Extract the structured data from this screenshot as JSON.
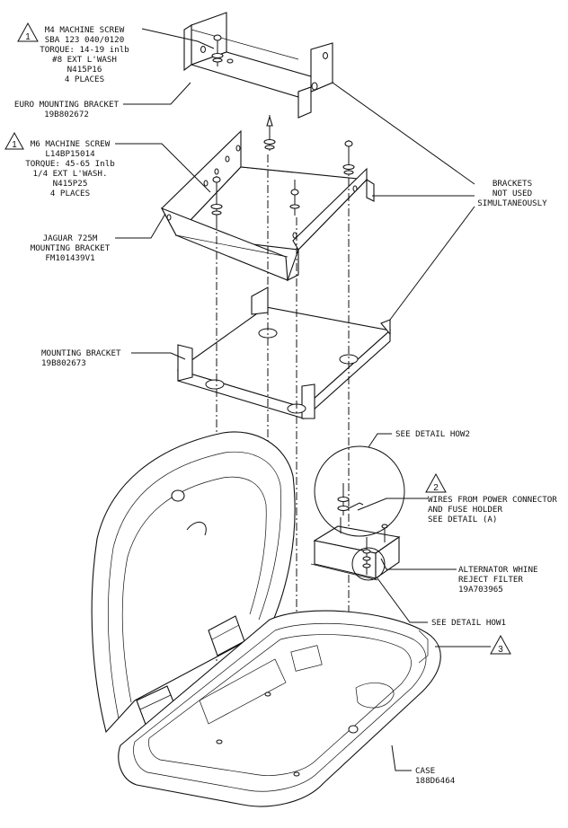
{
  "diagram": {
    "callouts": {
      "m4_screw": {
        "marker": "1",
        "lines": [
          "M4 MACHINE SCREW",
          "SBA 123 040/0120",
          "TORQUE: 14-19 inlb",
          "#8 EXT L'WASH",
          "N415P16",
          "4 PLACES"
        ]
      },
      "euro_bracket": {
        "lines": [
          "EURO MOUNTING BRACKET",
          "19B802672"
        ]
      },
      "m6_screw": {
        "marker": "1",
        "lines": [
          "M6 MACHINE SCREW",
          "L14BP15014",
          "TORQUE: 45-65 Inlb",
          "1/4 EXT L'WASH.",
          "N415P25",
          "4 PLACES"
        ]
      },
      "jaguar_bracket": {
        "lines": [
          "JAGUAR 725M",
          "MOUNTING BRACKET",
          "FM101439V1"
        ]
      },
      "mounting_bracket": {
        "lines": [
          "MOUNTING BRACKET",
          "19B802673"
        ]
      },
      "brackets_note": {
        "lines": [
          "BRACKETS",
          "NOT USED",
          "SIMULTANEOUSLY"
        ]
      },
      "detail_how2": {
        "lines": [
          "SEE DETAIL HOW2"
        ]
      },
      "wires": {
        "marker": "2",
        "lines": [
          "WIRES FROM POWER CONNECTOR",
          "AND FUSE HOLDER",
          "SEE DETAIL (A)"
        ]
      },
      "alternator_filter": {
        "lines": [
          "ALTERNATOR WHINE",
          "REJECT FILTER",
          "19A703965"
        ]
      },
      "detail_how1": {
        "lines": [
          "SEE DETAIL HOW1"
        ]
      },
      "marker_3": {
        "marker": "3"
      },
      "case": {
        "lines": [
          "CASE",
          "188D6464"
        ]
      }
    }
  }
}
